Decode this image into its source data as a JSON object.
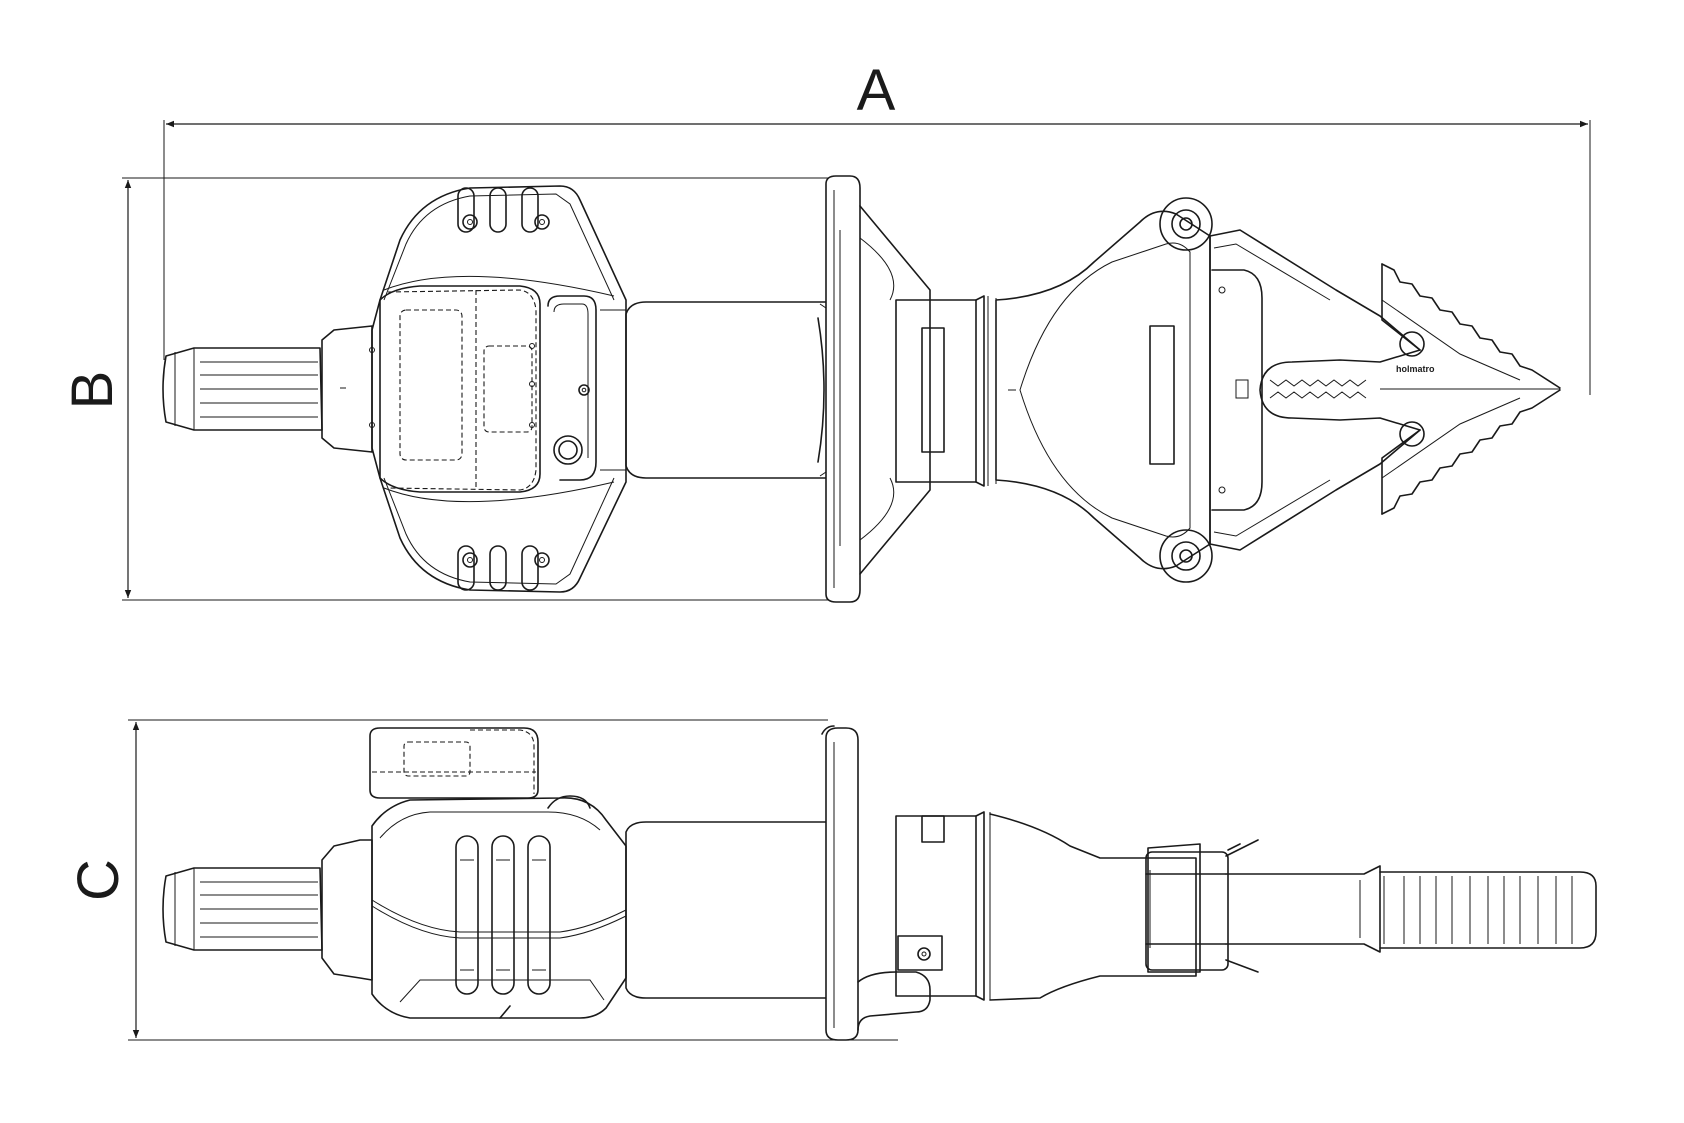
{
  "dimensions": {
    "length_label": "A",
    "width_label": "B",
    "height_label": "C"
  },
  "brand_mark": "holmatro",
  "views": [
    "top-view",
    "side-view"
  ],
  "colors": {
    "line": "#1a1a1a",
    "background": "#ffffff"
  }
}
